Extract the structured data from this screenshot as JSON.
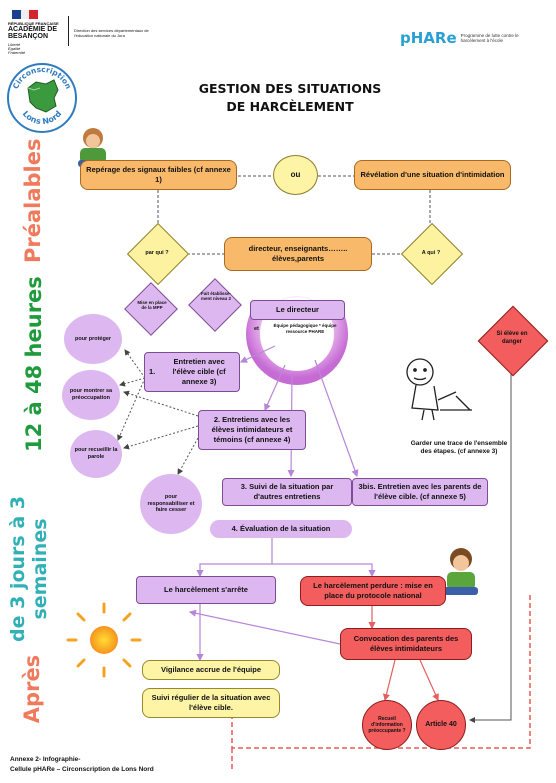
{
  "header": {
    "republique": "RÉPUBLIQUE FRANÇAISE",
    "academie": "ACADÉMIE DE BESANÇON",
    "devise": [
      "Liberté",
      "Égalité",
      "Fraternité"
    ],
    "direction": "Direction des services départementaux de l'éducation nationale du Jura",
    "phare_logo": "pHARe",
    "phare_subtitle": "Programme de lutte contre le harcèlement à l'école",
    "circonscription_logo_top": "Circonscription",
    "circonscription_logo_bottom": "Lons Nord"
  },
  "title": {
    "line1": "GESTION DES SITUATIONS",
    "line2": "DE HARCÈLEMENT"
  },
  "side_labels": {
    "prealables": "Préalables",
    "heures": "12 à 48 heures",
    "jours": "de 3 jours à 3 semaines",
    "apres": "Après"
  },
  "nodes": {
    "reperage": "Repérage des signaux faibles (cf annexe 1)",
    "ou": "ou",
    "revelation": "Révélation d'une situation d'intimidation",
    "par_qui": "par qui ?",
    "a_qui": "A qui ?",
    "directeur_ens": "directeur, enseignants…….. élèves,parents",
    "mise_place": "Mise en place de la MPP",
    "fait_etabl": "Fait établisse-ment niveau 2",
    "le_directeur": "Le directeur",
    "et": "et",
    "equipe": "Équipe pédagogique * équipe ressource PHARE",
    "si_eleve": "Si élève en danger",
    "pour_proteger": "pour protéger",
    "pour_montrer": "pour montrer sa préoccupation",
    "pour_recueillir": "pour recueillir la parole",
    "pour_responsab": "pour responsabiliser et faire cesser",
    "entretien1_num": "1.",
    "entretien1": "Entretien avec l'élève cible (cf annexe 3)",
    "entretien2": "2. Entretiens avec les élèves intimidateurs et témoins (cf annexe 4)",
    "garder_trace": "Garder une trace de l'ensemble des étapes. (cf annexe 3)",
    "suivi3": "3. Suivi de la situation par d'autres entretiens",
    "suivi3bis": "3bis. Entretien avec les parents de l'élève cible. (cf annexe 5)",
    "evaluation": "4. Évaluation de la situation",
    "arrete": "Le harcèlement s'arrête",
    "perdure": "Le harcèlement perdure : mise en place du protocole national",
    "convocation": "Convocation des parents des élèves intimidateurs",
    "vigilance": "Vigilance accrue de l'équipe",
    "suivi_regulier": "Suivi régulier de la situation avec l'élève cible.",
    "recueil": "Recueil d'information préoccupante ?",
    "article40": "Article 40"
  },
  "footer": {
    "line1": "Annexe 2- Infographie-",
    "line2": "Cellule pHARe – Circonscription de Lons Nord"
  },
  "colors": {
    "orange": "#f9b96a",
    "lavender": "#ddb8f0",
    "red": "#f35d5d",
    "yellow": "#fdf4a6",
    "green": "#1f9b3d",
    "teal": "#31b0b5",
    "salmon": "#f07a5c",
    "dash_red": "#ea5a5a"
  }
}
